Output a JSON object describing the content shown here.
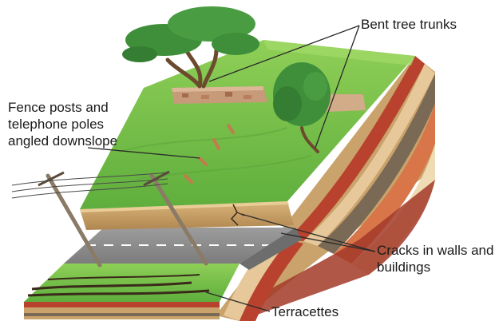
{
  "labels": {
    "bent_trees": "Bent tree trunks",
    "fence_posts": "Fence posts and\ntelephone poles\nangled downslope",
    "cracks": "Cracks in walls and\nbuildings",
    "terracettes": "Terracettes"
  },
  "colors": {
    "grass": "#7cc24a",
    "grass_dark": "#5aa33a",
    "road": "#8c8c8c",
    "wall": "#c9a36b",
    "strata": [
      "#b8422e",
      "#e7c89a",
      "#7a6a55",
      "#d8764a",
      "#f0dcb4",
      "#a23a28"
    ],
    "tree": "#3f8f3a",
    "trunk": "#6b4a2e",
    "pole": "#8a7a66",
    "leader": "#2a2a2a"
  }
}
